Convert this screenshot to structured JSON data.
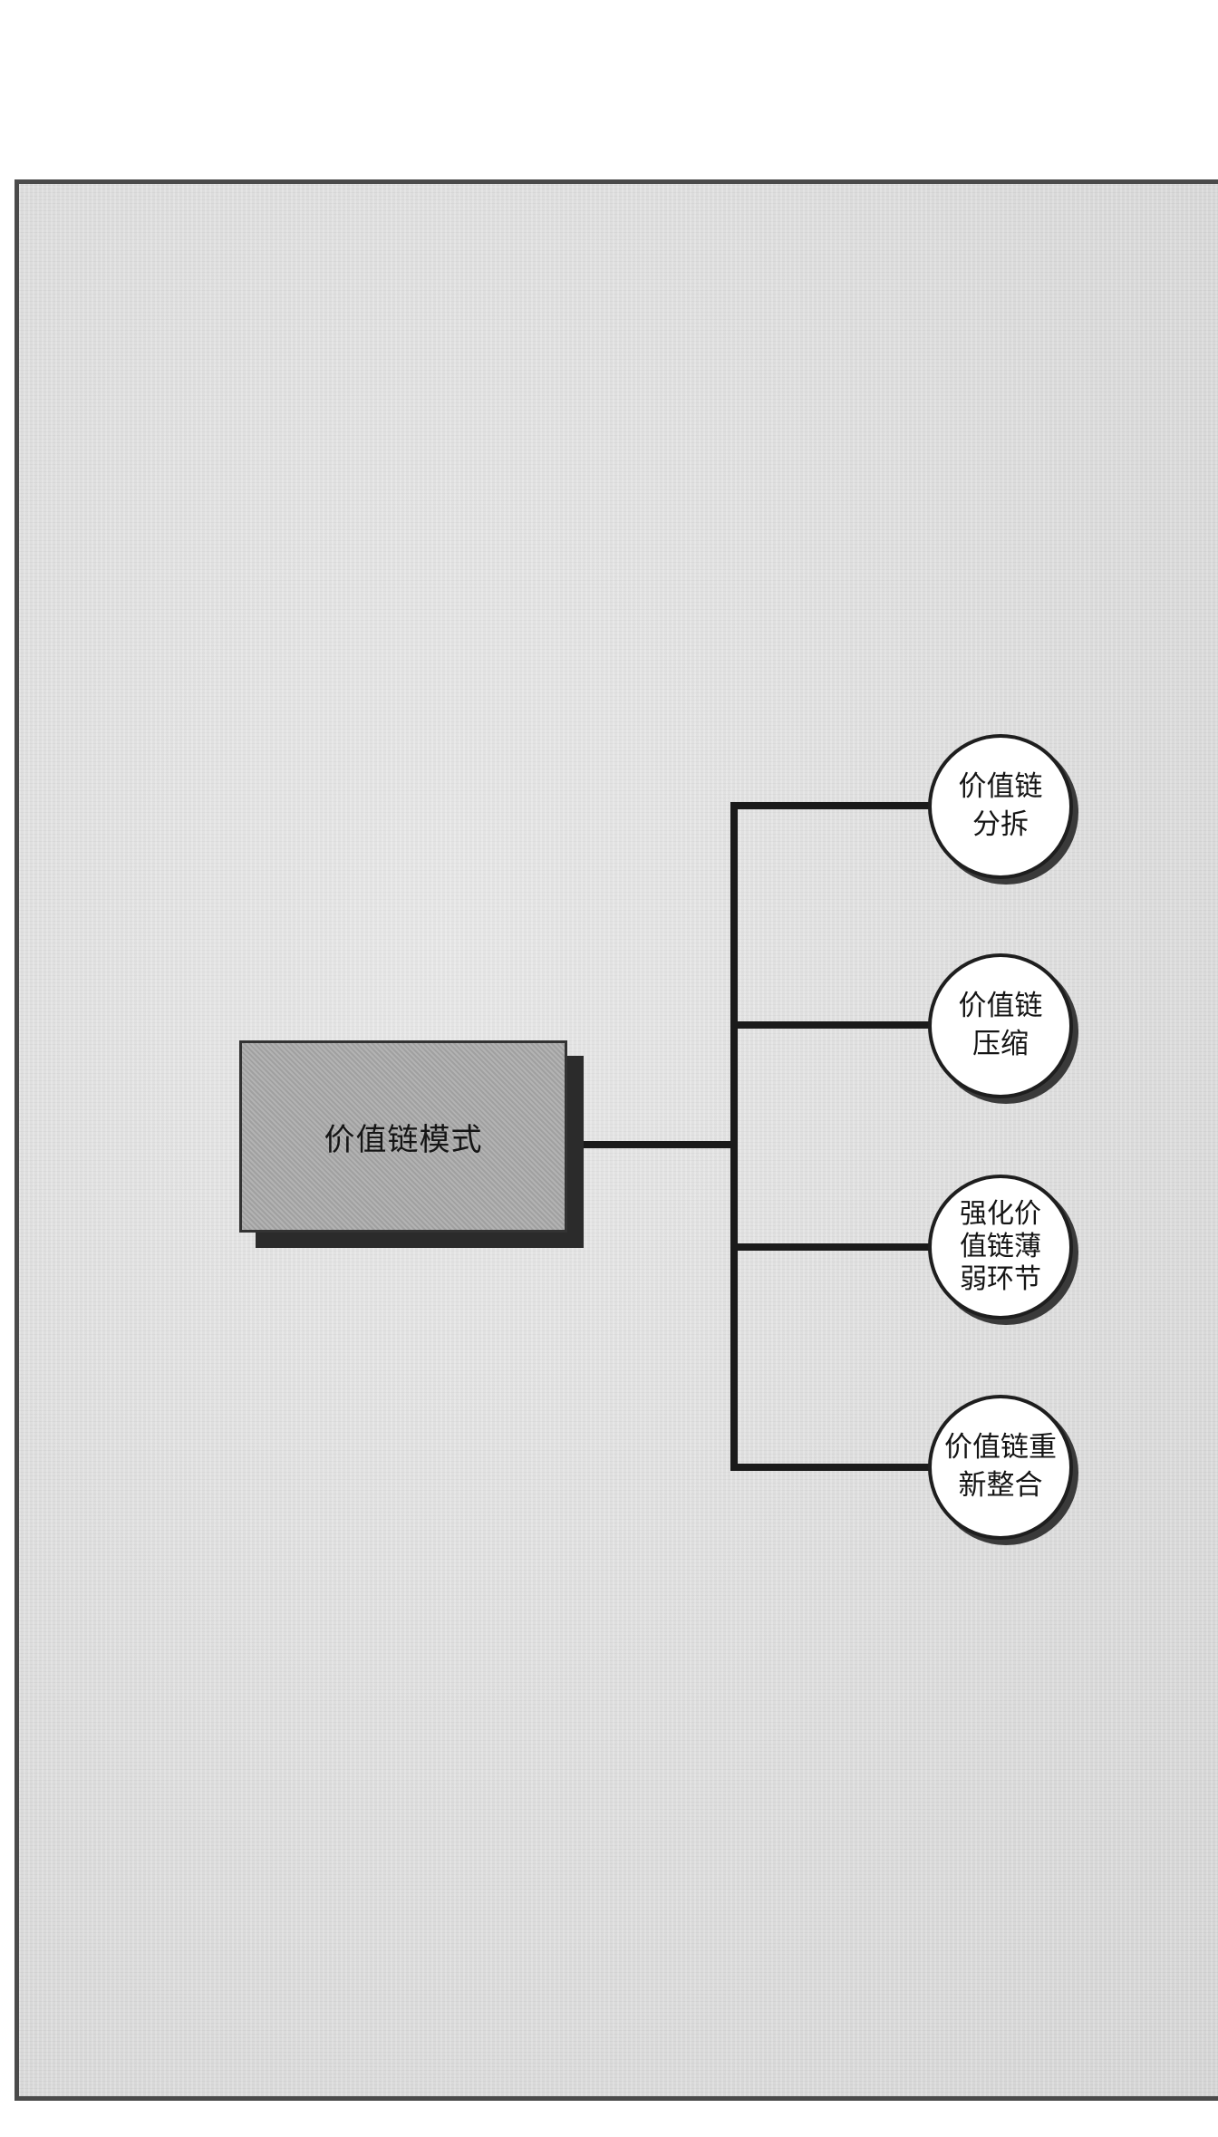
{
  "diagram": {
    "main": {
      "label": "价值链模式"
    },
    "nodes": [
      {
        "label": "价值链\n分拆"
      },
      {
        "label": "价值链\n压缩"
      },
      {
        "label": "强化价\n值链薄\n弱环节"
      },
      {
        "label": "价值链重\n新整合"
      }
    ]
  }
}
